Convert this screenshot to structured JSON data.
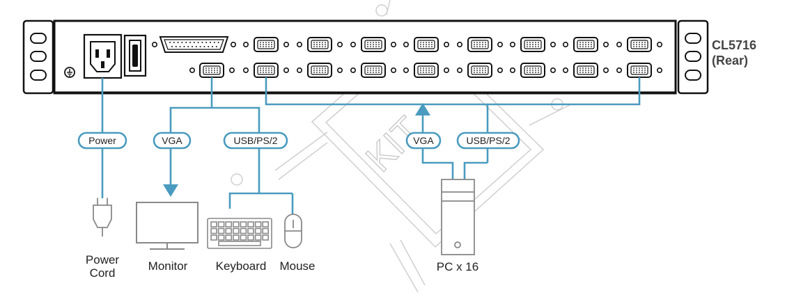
{
  "device": {
    "model": "CL5716",
    "view": "(Rear)"
  },
  "connections": {
    "power": "Power",
    "vga_console": "VGA",
    "usb_console": "USB/PS/2",
    "vga_pc": "VGA",
    "usb_pc": "USB/PS/2"
  },
  "devices": {
    "power_cord_line1": "Power",
    "power_cord_line2": "Cord",
    "monitor": "Monitor",
    "keyboard": "Keyboard",
    "mouse": "Mouse",
    "pc": "PC x 16"
  },
  "watermark": "KIT",
  "colors": {
    "cable": "#4a9bbf",
    "outline": "#111111",
    "device_gray": "#888888",
    "watermark": "#c9c9c9"
  }
}
